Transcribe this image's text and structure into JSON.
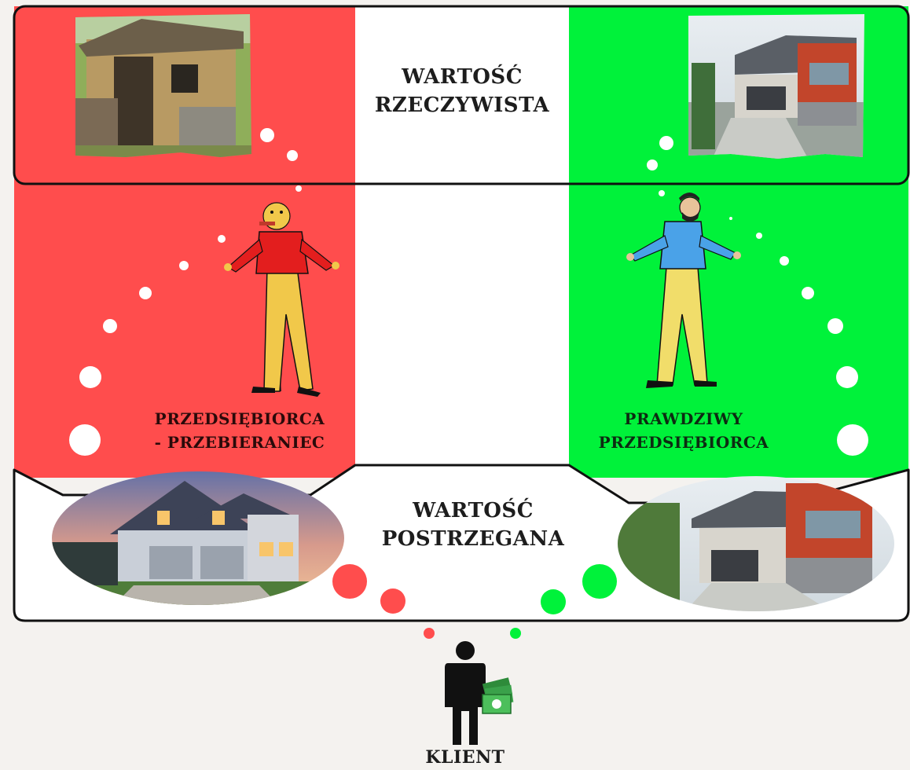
{
  "top_band": {
    "line1": "WARTOŚĆ",
    "line2": "RZECZYWISTA"
  },
  "bottom_band": {
    "line1": "WARTOŚĆ",
    "line2": "POSTRZEGANA"
  },
  "left_person": {
    "line1": "PRZEDSIĘBIORCA",
    "line2": "- PRZEBIERANIEC"
  },
  "right_person": {
    "line1": "PRAWDZIWY",
    "line2": "PRZEDSIĘBIORCA"
  },
  "client": {
    "label": "KLIENT"
  },
  "colors": {
    "red": "#ff4d4d",
    "green": "#00f23a",
    "white": "#ffffff",
    "outline": "#111111"
  },
  "icons": [
    "shed-photo",
    "modern-house-photo",
    "suburban-house-photo",
    "money-icon",
    "person-icon"
  ]
}
